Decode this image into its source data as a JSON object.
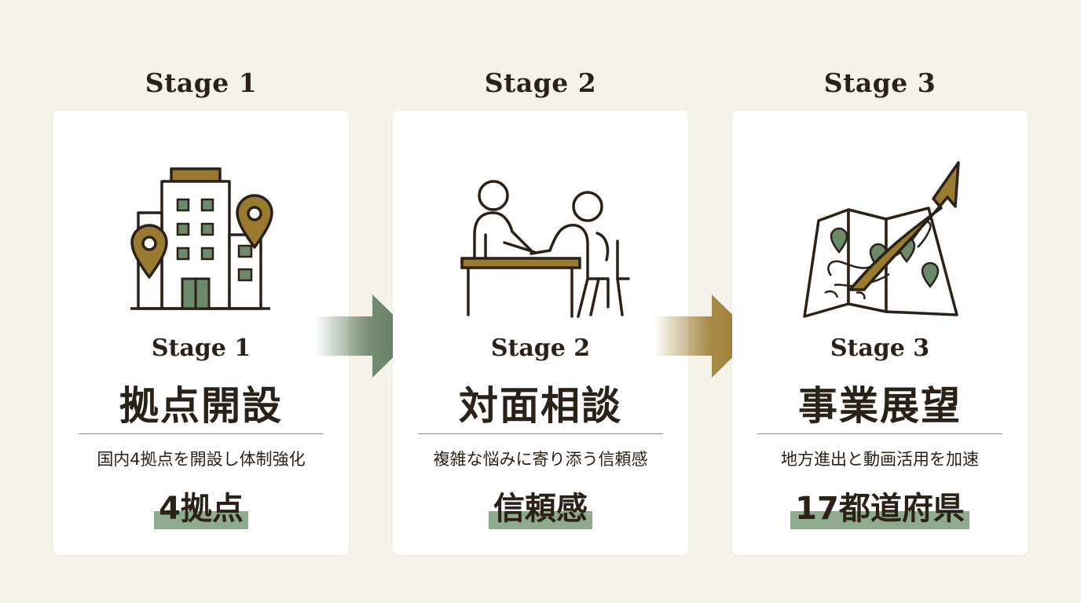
{
  "colors": {
    "background": "#f5f2ea",
    "card": "#ffffff",
    "ink": "#2a2218",
    "gold": "#9a7a2e",
    "green": "#5f7a5e",
    "highlight": "#8fab8d"
  },
  "stages": [
    {
      "heading": "Stage 1",
      "label": "Stage 1",
      "title": "拠点開設",
      "description": "国内4拠点を開設し体制強化",
      "metric": "4拠点",
      "icon": "office-building-with-location-pins-icon"
    },
    {
      "heading": "Stage 2",
      "label": "Stage 2",
      "title": "対面相談",
      "description": "複雑な悩みに寄り添う信頼感",
      "metric": "信頼感",
      "icon": "face-to-face-consultation-icon"
    },
    {
      "heading": "Stage 3",
      "label": "Stage 3",
      "title": "事業展望",
      "description": "地方進出と動画活用を加速",
      "metric": "17都道府県",
      "icon": "japan-map-with-growth-arrow-icon"
    }
  ],
  "connectors": [
    {
      "icon": "arrow-right-green-icon",
      "color": "#5f7a5e"
    },
    {
      "icon": "arrow-right-gold-icon",
      "color": "#9a7a2e"
    }
  ]
}
